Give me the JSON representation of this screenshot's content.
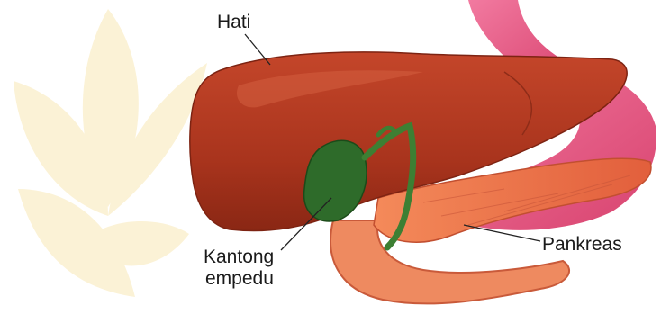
{
  "labels": {
    "hati": "Hati",
    "kantong_line1": "Kantong",
    "kantong_line2": "empedu",
    "pankreas": "Pankreas"
  },
  "colors": {
    "liver": "#b33a22",
    "liver_highlight": "#cf5a3c",
    "gallbladder": "#2e6b2a",
    "stomach_pink": "#e65a85",
    "pancreas": "#e9704a",
    "duodenum": "#f08a5c",
    "watermark": "#fbf1d2",
    "leader_line": "#222222"
  },
  "icons": [
    "liver-illustration",
    "gallbladder-illustration",
    "pancreas-illustration",
    "watermark-leaf"
  ]
}
